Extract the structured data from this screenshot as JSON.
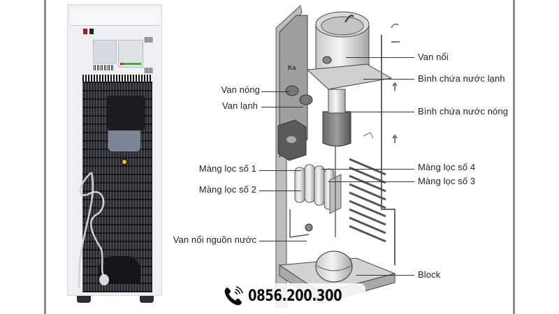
{
  "diagram": {
    "subject": "Water dispenser internal components",
    "labels_left": [
      {
        "id": "van-nong",
        "text": "Van nóng"
      },
      {
        "id": "van-lanh",
        "text": "Van lạnh"
      },
      {
        "id": "mang-loc-1",
        "text": "Màng lọc số 1"
      },
      {
        "id": "mang-loc-2",
        "text": "Màng lọc số 2"
      },
      {
        "id": "van-noi-nguon-nuoc",
        "text": "Van nổi nguồn nước"
      }
    ],
    "labels_right": [
      {
        "id": "van-noi",
        "text": "Van nổi"
      },
      {
        "id": "binh-chua-nuoc-lanh",
        "text": "Bình chứa nước lạnh"
      },
      {
        "id": "binh-chua-nuoc-nong",
        "text": "Bình chứa nước nóng"
      },
      {
        "id": "mang-loc-4",
        "text": "Màng lọc số 4"
      },
      {
        "id": "mang-loc-3",
        "text": "Màng lọc số 3"
      },
      {
        "id": "block",
        "text": "Block"
      }
    ],
    "brand_mark": "Ka"
  },
  "contact": {
    "phone_icon": "phone-ringing-icon",
    "phone_number": "0856.200.300"
  },
  "colors": {
    "frame": "#8a8a8a",
    "text": "#222222",
    "accent_red_switch": "#b0142a",
    "knob_yellow": "#e8c31a"
  }
}
